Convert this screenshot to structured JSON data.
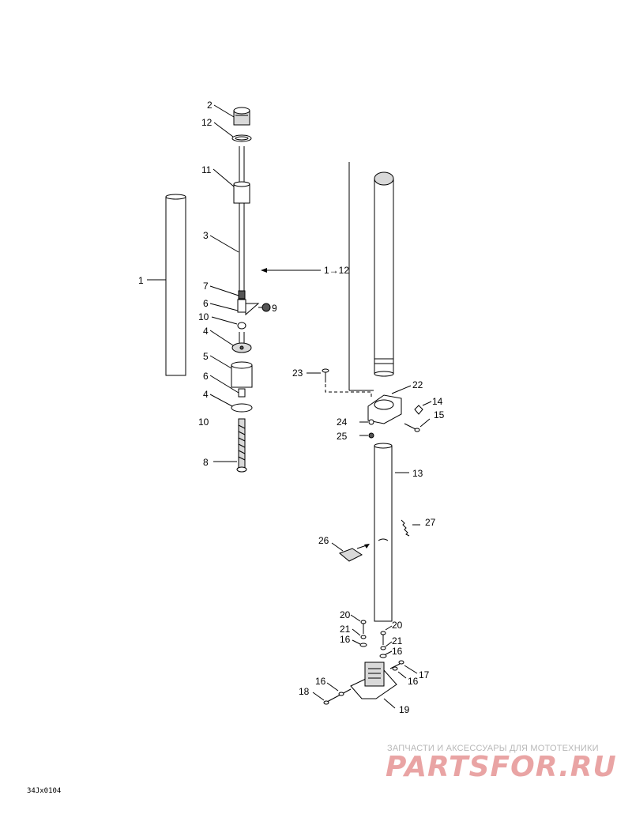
{
  "callouts": {
    "c1": "1",
    "c2": "2",
    "c3": "3",
    "c4a": "4",
    "c4b": "4",
    "c5": "5",
    "c6a": "6",
    "c6b": "6",
    "c7": "7",
    "c8": "8",
    "c9": "9",
    "c10a": "10",
    "c10b": "10",
    "c11": "11",
    "c12": "12",
    "c13": "13",
    "c14": "14",
    "c15": "15",
    "c16a": "16",
    "c16b": "16",
    "c16c": "16",
    "c16d": "16",
    "c17": "17",
    "c18": "18",
    "c19": "19",
    "c20a": "20",
    "c20b": "20",
    "c21a": "21",
    "c21b": "21",
    "c22": "22",
    "c23": "23",
    "c24": "24",
    "c25": "25",
    "c26": "26",
    "c27": "27",
    "range": "1→12"
  },
  "watermark": {
    "tagline": "ЗАПЧАСТИ И АКСЕССУАРЫ ДЛЯ МОТОТЕХНИКИ",
    "logo": "PARTSFOR.RU"
  },
  "figure_code": "34Jx0104"
}
